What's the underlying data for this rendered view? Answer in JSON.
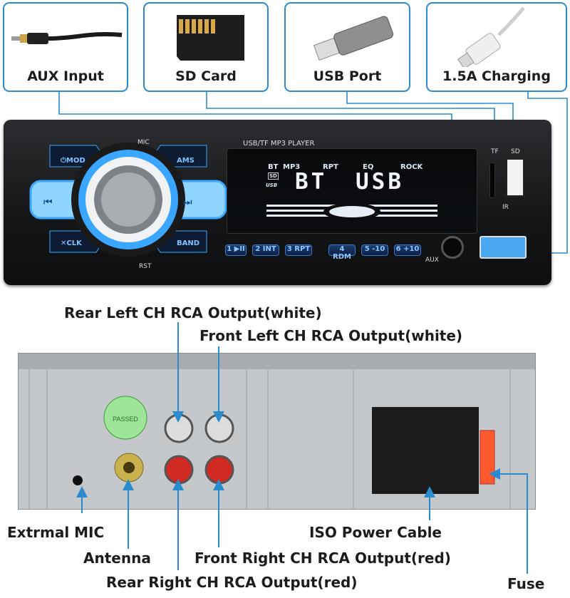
{
  "callouts": [
    {
      "label": "AUX Input",
      "icon": "aux-plug-icon"
    },
    {
      "label": "SD Card",
      "icon": "sd-card-icon"
    },
    {
      "label": "USB Port",
      "icon": "usb-drive-icon"
    },
    {
      "label": "1.5A Charging",
      "icon": "usb-cable-icon"
    }
  ],
  "front": {
    "mic": "MIC",
    "rst": "RST",
    "mod": "MOD",
    "ams": "AMS",
    "clk": "CLK",
    "band": "BAND",
    "prev": "⏮",
    "next": "⏭",
    "player_title": "USB/TF  MP3  PLAYER",
    "lcd_bt": "BT",
    "lcd_mp3": "MP3",
    "lcd_rpt": "RPT",
    "lcd_eq": "EQ",
    "lcd_rock": "ROCK",
    "lcd_sd": "SD",
    "lcd_usb_small": "USB",
    "lcd_big_left": "BT",
    "lcd_big_right": "USB",
    "presets": [
      "1 ▶II",
      "2 INT",
      "3 RPT",
      "4 RDM",
      "5 -10",
      "6 +10"
    ],
    "aux": "AUX",
    "tf": "TF",
    "sd": "SD",
    "ir": "IR"
  },
  "back_labels": {
    "rear_left": "Rear Left CH RCA Output(white)",
    "front_left": "Front Left CH RCA Output(white)",
    "ext_mic": "Extrmal MIC",
    "antenna": "Antenna",
    "iso": "ISO Power Cable",
    "front_right": "Front Right CH RCA Output(red)",
    "rear_right": "Rear Right CH RCA Output(red)",
    "fuse": "Fuse",
    "sticker": "PASSED"
  },
  "colors": {
    "accent": "#2a8bcf",
    "button_glow": "#3aa6ff",
    "arrow": "#2a8bcf",
    "rca_white": "#e8e8e8",
    "rca_red": "#d02a22"
  }
}
